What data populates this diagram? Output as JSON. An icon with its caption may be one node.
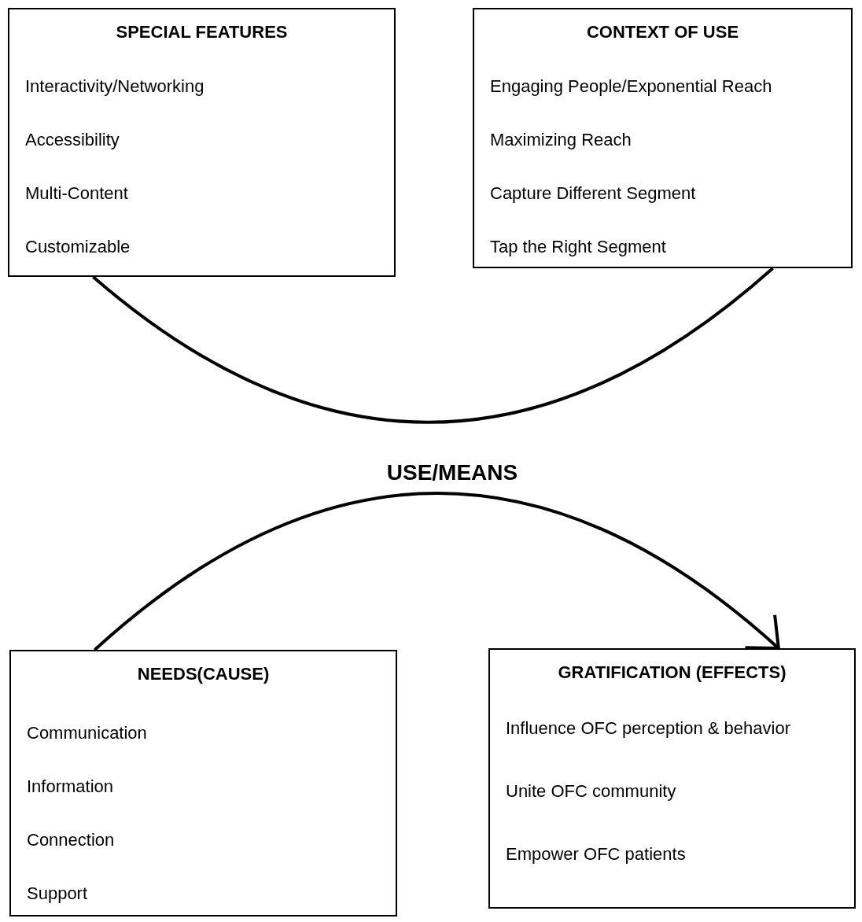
{
  "diagram": {
    "nodes": [
      {
        "text": [
          "SPECIAL FEATURES",
          "Interactivity/Networking",
          "Accessibility",
          "Multi-Content",
          "Customizable"
        ]
      },
      {
        "text": [
          "CONTEXT OF USE",
          "Engaging People/Exponential Reach",
          "Maximizing Reach",
          "Capture Different Segment",
          "Tap the Right Segment"
        ]
      },
      {
        "text": [
          "NEEDS(CAUSE)",
          "Communication",
          "Information",
          "Connection",
          "Support"
        ]
      },
      {
        "text": [
          "GRATIFICATION (EFFECTS)",
          "Influence OFC perception & behavior",
          "Unite OFC community",
          "Empower OFC patients"
        ]
      }
    ],
    "edges": [
      {
        "from": 0,
        "to": 1,
        "arrow": "none"
      },
      {
        "from": 2,
        "to": 3,
        "arrow": "to"
      }
    ],
    "labels": [
      "USE/MEANS"
    ]
  }
}
